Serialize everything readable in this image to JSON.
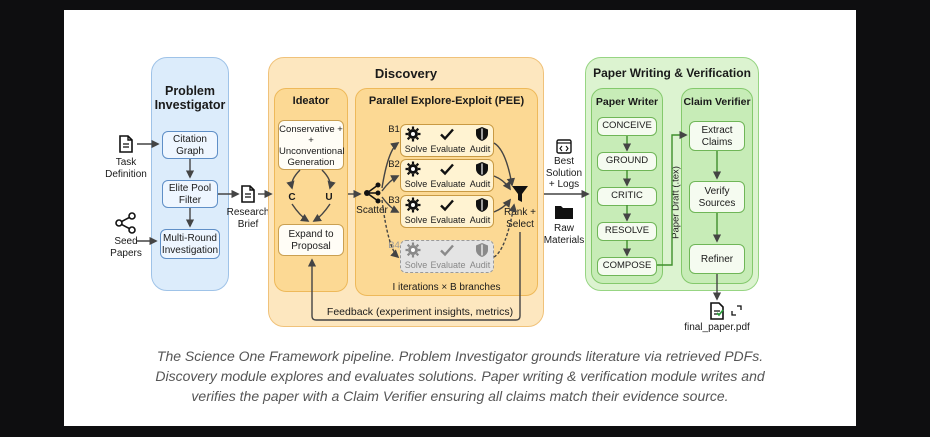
{
  "problem_investigator": {
    "title": "Problem\nInvestigator",
    "citation_graph": "Citation\nGraph",
    "elite_pool": "Elite Pool\nFilter",
    "multi_round": "Multi-Round\nInvestigation",
    "task_definition": "Task\nDefinition",
    "seed_papers": "Seed\nPapers",
    "research_brief": "Research\nBrief"
  },
  "discovery": {
    "title": "Discovery",
    "ideator": {
      "title": "Ideator",
      "generation": "Conservative +\n+\nUnconventional\nGeneration",
      "c": "C",
      "u": "U",
      "expand": "Expand to\nProposal"
    },
    "pee": {
      "title": "Parallel Explore-Exploit (PEE)",
      "scatter": "Scatter",
      "branches": [
        {
          "id": "B1",
          "solve": "Solve",
          "evaluate": "Evaluate",
          "audit": "Audit"
        },
        {
          "id": "B2",
          "solve": "Solve",
          "evaluate": "Evaluate",
          "audit": "Audit"
        },
        {
          "id": "B3",
          "solve": "Solve",
          "evaluate": "Evaluate",
          "audit": "Audit"
        },
        {
          "id": "B4",
          "solve": "Solve",
          "evaluate": "Evaluate",
          "audit": "Audit"
        }
      ],
      "rank_select": "Rank +\nSelect",
      "iterations": "I iterations × B branches"
    },
    "feedback": "Feedback (experiment insights, metrics)"
  },
  "outputs": {
    "best_solution": "Best\nSolution\n+ Logs",
    "raw_materials": "Raw\nMaterials"
  },
  "paper": {
    "title": "Paper Writing & Verification",
    "writer": {
      "title": "Paper Writer",
      "steps": [
        "CONCEIVE",
        "GROUND",
        "CRITIC",
        "RESOLVE",
        "COMPOSE"
      ]
    },
    "draft_label": "Paper Draft (.tex)",
    "verifier": {
      "title": "Claim Verifier",
      "extract": "Extract\nClaims",
      "verify": "Verify\nSources",
      "refiner": "Refiner"
    },
    "final": "final_paper.pdf"
  },
  "caption": "The Science One Framework pipeline. Problem Investigator grounds literature via retrieved PDFs.\nDiscovery module explores and evaluates solutions. Paper writing & verification module writes and\nverifies the paper with a Claim Verifier ensuring all claims match their evidence source."
}
